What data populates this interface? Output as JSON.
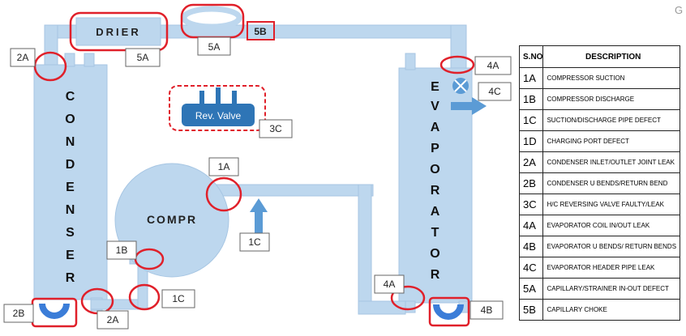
{
  "labels": {
    "drier": "DRIER",
    "compressor": "COMPR",
    "rev_valve": "Rev. Valve",
    "condenser_letters": [
      "C",
      "O",
      "N",
      "D",
      "E",
      "N",
      "S",
      "E",
      "R"
    ],
    "evaporator_letters": [
      "E",
      "V",
      "A",
      "P",
      "O",
      "R",
      "A",
      "T",
      "O",
      "R"
    ],
    "corner_mark": "G"
  },
  "callouts": {
    "c2A_top": "2A",
    "c5A_drier": "5A",
    "c5A_cap": "5A",
    "c5B": "5B",
    "c4A_top": "4A",
    "c4C": "4C",
    "c3C": "3C",
    "c1A": "1A",
    "c1B": "1B",
    "c1C": "1C",
    "c1C_bottom": "1C",
    "c2B": "2B",
    "c2A_bottom": "2A",
    "c4A_bottom": "4A",
    "c4B": "4B"
  },
  "table": {
    "header_no": "S.NO",
    "header_desc": "DESCRIPTION",
    "rows": [
      {
        "no": "1A",
        "desc": "COMPRESSOR SUCTION"
      },
      {
        "no": "1B",
        "desc": "COMPRESSOR DISCHARGE"
      },
      {
        "no": "1C",
        "desc": "SUCTION/DISCHARGE PIPE DEFECT"
      },
      {
        "no": "1D",
        "desc": "CHARGING PORT DEFECT"
      },
      {
        "no": "2A",
        "desc": "CONDENSER INLET/OUTLET JOINT LEAK"
      },
      {
        "no": "2B",
        "desc": "CONDENSER U BENDS/RETURN BEND"
      },
      {
        "no": "3C",
        "desc": "H/C REVERSING VALVE FAULTY/LEAK"
      },
      {
        "no": "4A",
        "desc": "EVAPORATOR COIL IN/OUT LEAK"
      },
      {
        "no": "4B",
        "desc": "EVAPORATOR U BENDS/ RETURN BENDS"
      },
      {
        "no": "4C",
        "desc": "EVAPORATOR HEADER PIPE LEAK"
      },
      {
        "no": "5A",
        "desc": "CAPILLARY/STRAINER IN-OUT DEFECT"
      },
      {
        "no": "5B",
        "desc": "CAPILLARY CHOKE"
      }
    ]
  },
  "colors": {
    "pipe": "#bdd7ee",
    "pipe_edge": "#9dbfdf",
    "callout_ring": "#e0202a",
    "valve_fill": "#2e75b6",
    "arrow": "#5b9bd5",
    "u_bend": "#3b7dd8"
  }
}
